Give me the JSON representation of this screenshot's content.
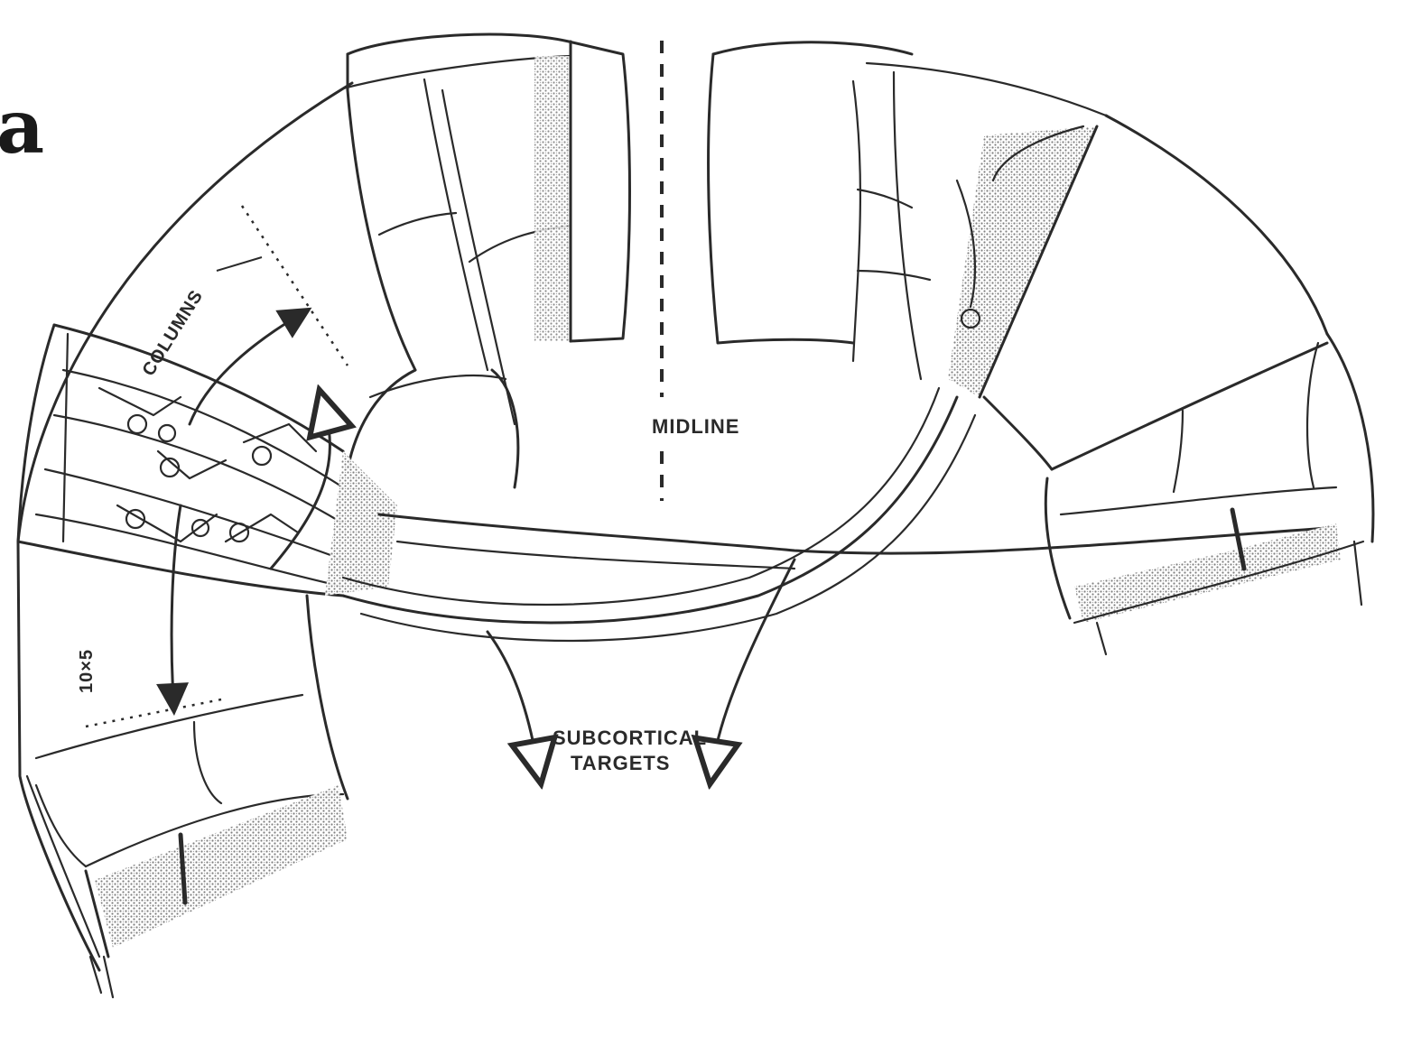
{
  "panel": {
    "letter": "a"
  },
  "labels": {
    "midline": "MIDLINE",
    "columns": "COLUMNS",
    "size": "10×5",
    "subcortical_line1": "SUBCORTICAL",
    "subcortical_line2": "TARGETS"
  },
  "colors": {
    "ink": "#2a2a2a",
    "background": "#ffffff",
    "shading": "#9a9a9a"
  }
}
